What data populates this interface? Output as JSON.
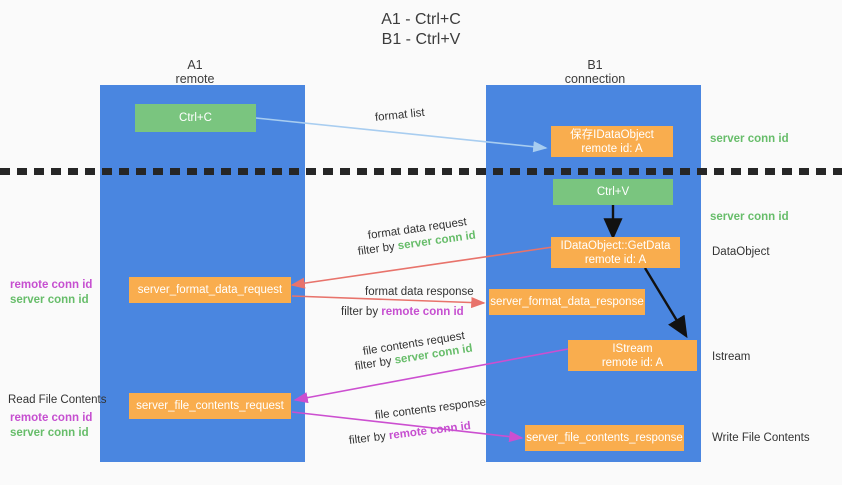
{
  "title": {
    "line1": "A1 - Ctrl+C",
    "line2": "B1 - Ctrl+V"
  },
  "columns": [
    {
      "name": "A1",
      "sub": "remote"
    },
    {
      "name": "B1",
      "sub": "connection"
    }
  ],
  "colors": {
    "panel": "#4a86e0",
    "box_orange": "#f9ad4e",
    "box_green": "#7ac57f",
    "server_conn_green": "#67bd6a",
    "remote_conn_purple": "#c64fd0",
    "arrow_lightblue": "#a8cdf0",
    "arrow_red": "#e8736b",
    "arrow_magenta": "#cc4fd0",
    "arrow_black": "#111111",
    "background": "#fafafa",
    "dashed_line": "#262626"
  },
  "boxes": {
    "ctrl_c": {
      "line1": "Ctrl+C",
      "line2": ""
    },
    "save_idataobject": {
      "line1": "保存IDataObject",
      "line2": "remote id: A"
    },
    "ctrl_v": {
      "line1": "Ctrl+V",
      "line2": ""
    },
    "getdata": {
      "line1": "IDataObject::GetData",
      "line2": "remote id: A"
    },
    "format_data_request": {
      "line1": "server_format_data_request",
      "line2": ""
    },
    "format_data_response": {
      "line1": "server_format_data_response",
      "line2": ""
    },
    "istream": {
      "line1": "IStream",
      "line2": "remote id: A"
    },
    "file_contents_request": {
      "line1": "server_file_contents_request",
      "line2": ""
    },
    "file_contents_response": {
      "line1": "server_file_contents_response",
      "line2": ""
    }
  },
  "edge_labels": {
    "format_list": "format list",
    "format_data_request": "format data request",
    "format_data_request_filter_prefix": "filter by ",
    "format_data_request_filter_value": "server conn id",
    "format_data_response": "format data response",
    "format_data_response_filter_prefix": "filter by ",
    "format_data_response_filter_value": "remote conn id",
    "file_contents_request": "file contents request",
    "file_contents_request_filter_prefix": "filter by ",
    "file_contents_request_filter_value": "server conn id",
    "file_contents_response": "file contents response",
    "file_contents_response_filter_prefix": "filter by ",
    "file_contents_response_filter_value": "remote conn id"
  },
  "left_labels": {
    "group1_remote": "remote conn id",
    "group1_server": "server conn id",
    "read_file_contents": "Read File Contents",
    "group2_remote": "remote conn id",
    "group2_server": "server conn id"
  },
  "right_labels": {
    "server_conn_id_top": "server conn id",
    "server_conn_id_mid": "server conn id",
    "dataobject": "DataObject",
    "istream": "Istream",
    "write_file_contents": "Write File Contents"
  }
}
